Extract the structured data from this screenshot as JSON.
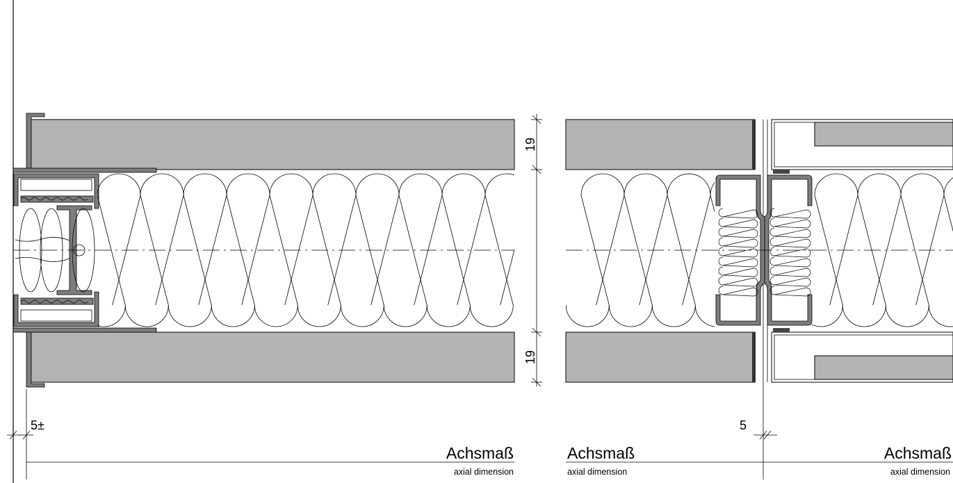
{
  "dimensions": {
    "panel_top": "19",
    "panel_bottom": "19",
    "gap_left": "5±",
    "gap_right": "5"
  },
  "labels": {
    "left": {
      "title": "Achsmaß",
      "subtitle": "axial dimension"
    },
    "middle": {
      "title": "Achsmaß",
      "subtitle": "axial dimension"
    },
    "right": {
      "title": "Achsmaß",
      "subtitle": "axial dimension"
    }
  },
  "colors": {
    "panel_fill": "#b3b3b3",
    "profile_fill": "#7d7d7d",
    "line": "#000000"
  }
}
